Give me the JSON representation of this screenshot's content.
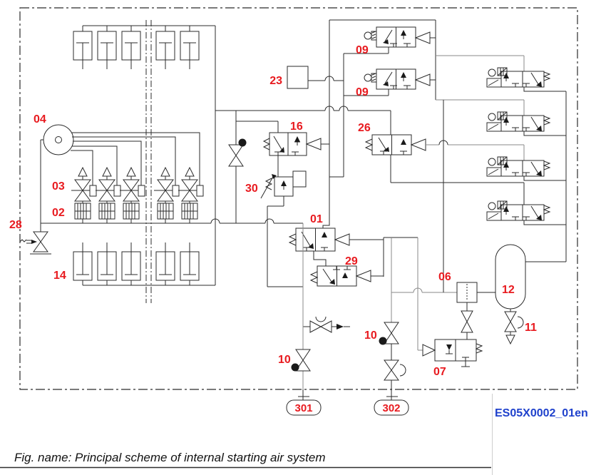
{
  "figure": {
    "caption": "Fig. name: Principal scheme of internal starting air system",
    "drawing_code": "ES05X0002_01en"
  },
  "terminals": {
    "t301": "301",
    "t302": "302"
  },
  "labels": {
    "l04": "04",
    "l03": "03",
    "l02": "02",
    "l28": "28",
    "l14": "14",
    "l23": "23",
    "l16": "16",
    "l30": "30",
    "l01": "01",
    "l29": "29",
    "l09a": "09",
    "l09b": "09",
    "l26": "26",
    "l06": "06",
    "l12": "12",
    "l11": "11",
    "l10a": "10",
    "l10b": "10",
    "l07": "07"
  },
  "colors": {
    "label_red": "#e81a1f",
    "code_blue": "#1f41cc",
    "line_black": "#2b2b2b",
    "line_gray": "#8a8a8a",
    "background": "#ffffff"
  }
}
